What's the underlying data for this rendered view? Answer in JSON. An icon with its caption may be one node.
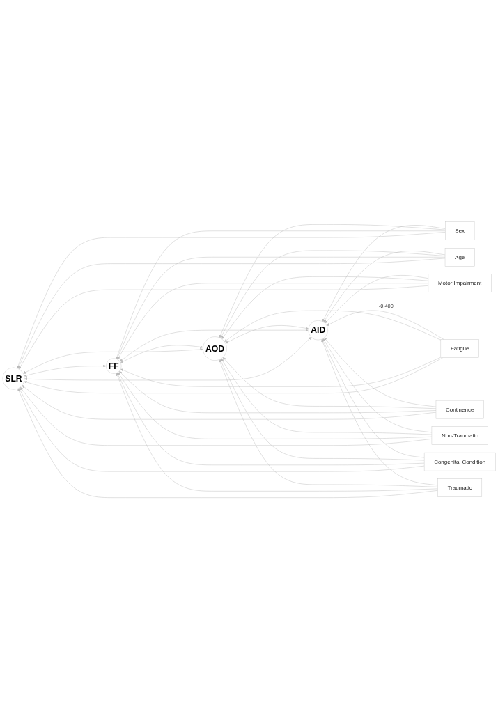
{
  "diagram": {
    "nodes": [
      {
        "text": [
          "AID"
        ]
      },
      {
        "text": [
          "AOD"
        ]
      },
      {
        "text": [
          "FF"
        ]
      },
      {
        "text": [
          "SLR"
        ]
      },
      {
        "text": [
          "Sex"
        ]
      },
      {
        "text": [
          "Age"
        ]
      },
      {
        "text": [
          "Motor Impairment"
        ]
      },
      {
        "text": [
          "Fatigue"
        ]
      },
      {
        "text": [
          "Continence"
        ]
      },
      {
        "text": [
          "Non-Traumatic"
        ]
      },
      {
        "text": [
          "Congenital Condition"
        ]
      },
      {
        "text": [
          "Traumatic"
        ]
      }
    ],
    "edges": [
      {
        "from": 4,
        "to": 0,
        "arrow": "to"
      },
      {
        "from": 5,
        "to": 0,
        "arrow": "to"
      },
      {
        "from": 6,
        "to": 0,
        "arrow": "to"
      },
      {
        "from": 7,
        "to": 0,
        "arrow": "to",
        "label": "-0,400"
      },
      {
        "from": 8,
        "to": 0,
        "arrow": "to"
      },
      {
        "from": 9,
        "to": 0,
        "arrow": "to"
      },
      {
        "from": 10,
        "to": 0,
        "arrow": "to"
      },
      {
        "from": 11,
        "to": 0,
        "arrow": "to"
      },
      {
        "from": 4,
        "to": 1,
        "arrow": "to"
      },
      {
        "from": 5,
        "to": 1,
        "arrow": "to"
      },
      {
        "from": 6,
        "to": 1,
        "arrow": "to"
      },
      {
        "from": 7,
        "to": 1,
        "arrow": "to"
      },
      {
        "from": 8,
        "to": 1,
        "arrow": "to"
      },
      {
        "from": 9,
        "to": 1,
        "arrow": "to"
      },
      {
        "from": 10,
        "to": 1,
        "arrow": "to"
      },
      {
        "from": 11,
        "to": 1,
        "arrow": "to"
      },
      {
        "from": 4,
        "to": 2,
        "arrow": "to"
      },
      {
        "from": 5,
        "to": 2,
        "arrow": "to"
      },
      {
        "from": 6,
        "to": 2,
        "arrow": "to"
      },
      {
        "from": 7,
        "to": 2,
        "arrow": "to"
      },
      {
        "from": 8,
        "to": 2,
        "arrow": "to"
      },
      {
        "from": 9,
        "to": 2,
        "arrow": "to"
      },
      {
        "from": 10,
        "to": 2,
        "arrow": "to"
      },
      {
        "from": 11,
        "to": 2,
        "arrow": "to"
      },
      {
        "from": 4,
        "to": 3,
        "arrow": "to"
      },
      {
        "from": 5,
        "to": 3,
        "arrow": "to"
      },
      {
        "from": 6,
        "to": 3,
        "arrow": "to"
      },
      {
        "from": 7,
        "to": 3,
        "arrow": "to"
      },
      {
        "from": 8,
        "to": 3,
        "arrow": "to"
      },
      {
        "from": 9,
        "to": 3,
        "arrow": "to"
      },
      {
        "from": 10,
        "to": 3,
        "arrow": "to"
      },
      {
        "from": 11,
        "to": 3,
        "arrow": "to"
      },
      {
        "from": 0,
        "to": 1,
        "arrow": "both"
      },
      {
        "from": 0,
        "to": 2,
        "arrow": "both"
      },
      {
        "from": 0,
        "to": 3,
        "arrow": "both"
      },
      {
        "from": 1,
        "to": 2,
        "arrow": "both"
      },
      {
        "from": 1,
        "to": 3,
        "arrow": "both"
      },
      {
        "from": 2,
        "to": 3,
        "arrow": "both"
      }
    ]
  }
}
